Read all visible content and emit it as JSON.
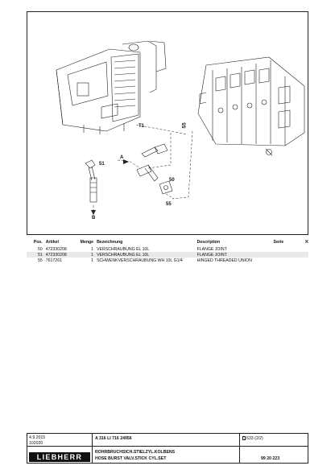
{
  "drawing": {
    "callouts": {
      "t1": "T1",
      "s5": "S5",
      "c51": "51",
      "a": "A",
      "c50": "50",
      "c55": "55",
      "b": "B"
    }
  },
  "table": {
    "headers": {
      "pos": "Pos.",
      "artikel": "Artikel",
      "menge": "Menge",
      "bezeichnung": "Bezeichnung",
      "description": "Description",
      "serie": "Serie",
      "k": "K"
    },
    "rows": [
      {
        "pos": "50",
        "artikel": "472330208",
        "menge": "1",
        "bezeichnung": "VERSCHRAUBUNG EL 10L",
        "description": "FLANGE JOINT",
        "serie": "",
        "k": ""
      },
      {
        "pos": "51",
        "artikel": "472330208",
        "menge": "1",
        "bezeichnung": "VERSCHRAUBUNG EL 10L",
        "description": "FLANGE JOINT",
        "serie": "",
        "k": ""
      },
      {
        "pos": "55",
        "artikel": "7617261",
        "menge": "1",
        "bezeichnung": "SCHWENKVERSCHRAUBUNG WH 10L G1/4",
        "description": "HINGED THREADED UNION",
        "serie": "",
        "k": ""
      }
    ]
  },
  "title_block": {
    "date": "4.9.2015",
    "code": "102020",
    "logo": "LIEBHERR",
    "model": "A   316   LI   716   24956",
    "title_de": "ROHRBRUCHSICH.STIELZYL.KOLBENS",
    "title_en": "HOSE BURST VALV.STICK CYL.SET",
    "page": "633 (2/2)",
    "drawing_no": "99 20 223"
  }
}
